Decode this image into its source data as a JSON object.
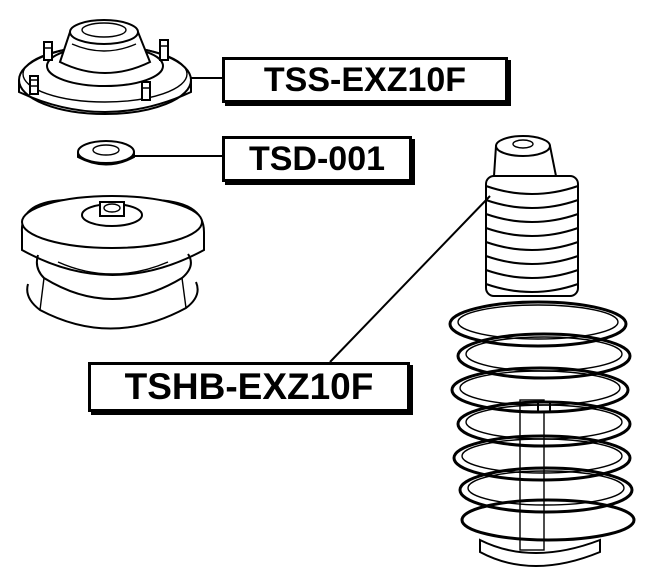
{
  "parts": {
    "strut_mount": {
      "part_number": "TSS-EXZ10F"
    },
    "bearing": {
      "part_number": "TSD-001"
    },
    "bump_stop_boot": {
      "part_number": "TSHB-EXZ10F"
    }
  },
  "colors": {
    "ink": "#000000",
    "paper": "#ffffff"
  }
}
